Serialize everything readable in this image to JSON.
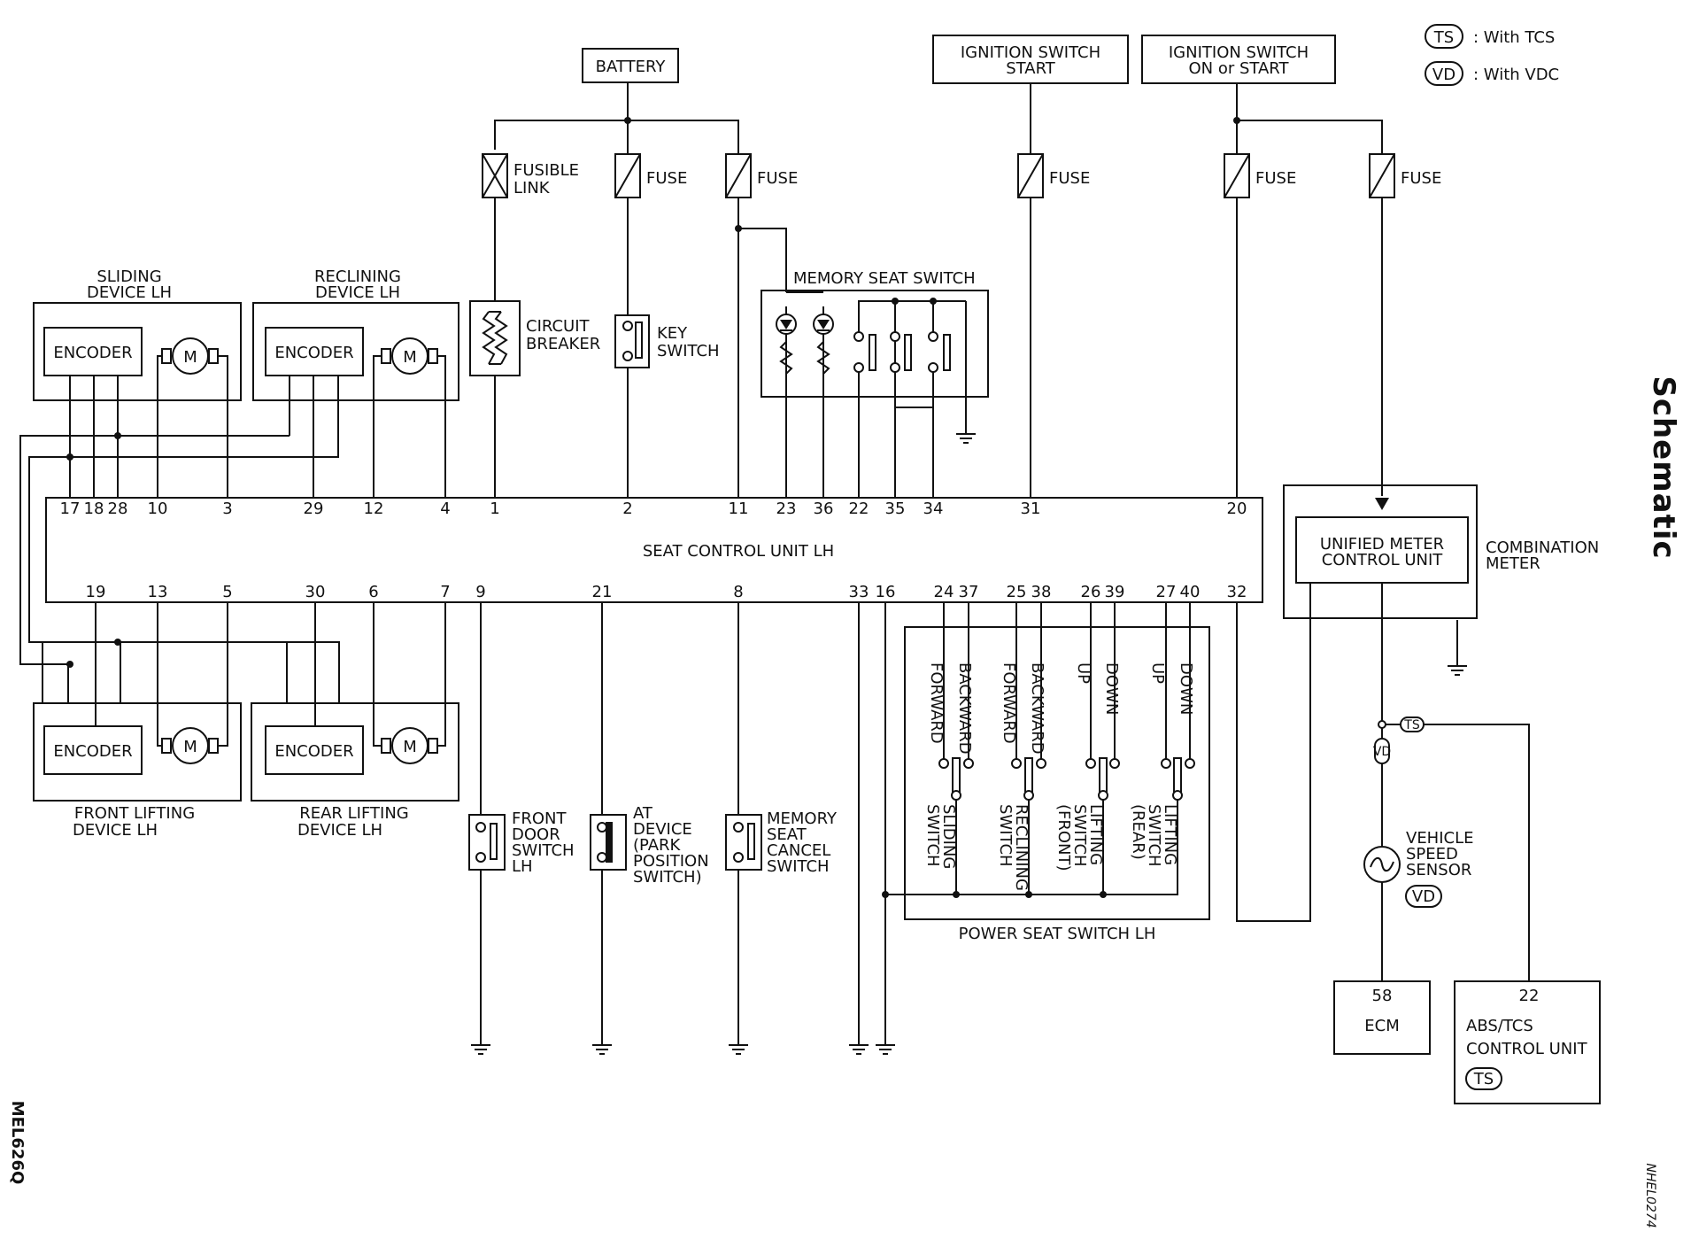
{
  "page": {
    "side_title": "Schematic",
    "figure_id": "MEL626Q",
    "code": "NHEL0274"
  },
  "legend": [
    {
      "badge": "TS",
      "text": ": With TCS"
    },
    {
      "badge": "VD",
      "text": ": With VDC"
    }
  ],
  "power": {
    "battery": "BATTERY",
    "ign_start": [
      "IGNITION SWITCH",
      "START"
    ],
    "ign_on": [
      "IGNITION SWITCH",
      "ON or START"
    ],
    "fusible_link": [
      "FUSIBLE",
      "LINK"
    ],
    "fuse": "FUSE"
  },
  "devices": {
    "encoder": "ENCODER",
    "motor": "M",
    "sliding": [
      "SLIDING",
      "DEVICE LH"
    ],
    "reclining": [
      "RECLINING",
      "DEVICE LH"
    ],
    "front_lifting": [
      "FRONT LIFTING",
      "DEVICE LH"
    ],
    "rear_lifting": [
      "REAR LIFTING",
      "DEVICE LH"
    ],
    "circuit_breaker": [
      "CIRCUIT",
      "BREAKER"
    ],
    "key_switch": [
      "KEY",
      "SWITCH"
    ],
    "memory_seat_switch": "MEMORY SEAT SWITCH",
    "front_door_switch": [
      "FRONT",
      "DOOR",
      "SWITCH",
      "LH"
    ],
    "at_device": [
      "AT",
      "DEVICE",
      "(PARK",
      "POSITION",
      "SWITCH)"
    ],
    "memory_cancel": [
      "MEMORY",
      "SEAT",
      "CANCEL",
      "SWITCH"
    ],
    "power_seat_switch": "POWER SEAT SWITCH LH",
    "sw_dirs": [
      "FORWARD",
      "BACKWARD",
      "FORWARD",
      "BACKWARD",
      "UP",
      "DOWN",
      "UP",
      "DOWN"
    ],
    "sw_names": [
      [
        "SLIDING",
        "SWITCH"
      ],
      [
        "RECLINING",
        "SWITCH"
      ],
      [
        "LIFTING",
        "SWITCH",
        "(FRONT)"
      ],
      [
        "LIFTING",
        "SWITCH",
        "(REAR)"
      ]
    ],
    "combination_meter": [
      "COMBINATION",
      "METER"
    ],
    "unified_meter": [
      "UNIFIED METER",
      "CONTROL UNIT"
    ],
    "vss": [
      "VEHICLE",
      "SPEED",
      "SENSOR"
    ],
    "ecm": {
      "pin": "58",
      "name": "ECM"
    },
    "abs": {
      "pin": "22",
      "name": [
        "ABS/TCS",
        "CONTROL UNIT"
      ]
    }
  },
  "scu": {
    "name": "SEAT CONTROL UNIT LH",
    "top_pins": [
      "17",
      "18",
      "28",
      "10",
      "3",
      "29",
      "12",
      "4",
      "1",
      "2",
      "11",
      "23",
      "36",
      "22",
      "35",
      "34",
      "31",
      "20"
    ],
    "bottom_pins": [
      "19",
      "13",
      "5",
      "30",
      "6",
      "7",
      "9",
      "21",
      "8",
      "33",
      "16",
      "24",
      "37",
      "25",
      "38",
      "26",
      "39",
      "27",
      "40",
      "32"
    ]
  }
}
